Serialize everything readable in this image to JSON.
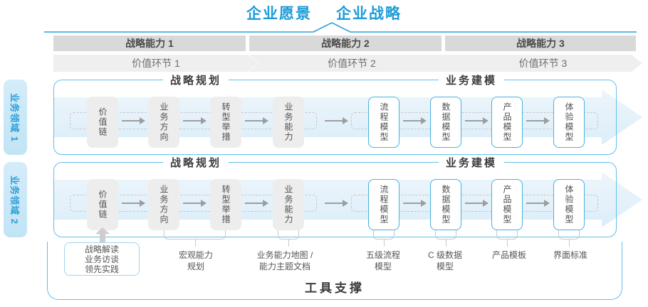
{
  "colors": {
    "accent_blue": "#1d9bd6",
    "line_blue": "#2aa0da",
    "bar_gray": "#d9d9d9",
    "bar_text": "#4b4b4b",
    "band_gray": "#efefef",
    "band_text": "#6e6e6e",
    "container_blue": "#5fc0e8",
    "node_border_blue": "#46b2e1",
    "node_gray": "#ededed",
    "node_text": "#4f4f4f",
    "domain_text": "#2d9fd8",
    "arrow_gray": "#9d9d9d",
    "bracket_gray": "#c9c9c9",
    "dark_title": "#3c3c3c",
    "note_text": "#565656",
    "notebox_border": "#a0d6ef"
  },
  "header": {
    "vision": "企业愿景",
    "strategy": "企业战略"
  },
  "capability_bars": [
    "战略能力 1",
    "战略能力 2",
    "战略能力 3"
  ],
  "value_chain_bands": [
    "价值环节 1",
    "价值环节 2",
    "价值环节 3"
  ],
  "domains": [
    {
      "label": "业务领域 1",
      "planning_title": "战略规划",
      "modeling_title": "业务建模",
      "planning_nodes": [
        "价值链",
        "业务方向",
        "转型举措",
        "业务能力"
      ],
      "modeling_nodes": [
        "流程模型",
        "数据模型",
        "产品模型",
        "体验模型"
      ]
    },
    {
      "label": "业务领域 2",
      "planning_title": "战略规划",
      "modeling_title": "业务建模",
      "planning_nodes": [
        "价值链",
        "业务方向",
        "转型举措",
        "业务能力"
      ],
      "modeling_nodes": [
        "流程模型",
        "数据模型",
        "产品模型",
        "体验模型"
      ]
    }
  ],
  "annotations": {
    "inputs_box_lines": [
      "战略解读",
      "业务访谈",
      "领先实践"
    ],
    "notes": [
      {
        "lines": [
          "宏观能力",
          "规划"
        ]
      },
      {
        "lines": [
          "业务能力地图 /",
          "能力主题文档"
        ]
      },
      {
        "lines": [
          "五级流程",
          "模型"
        ]
      },
      {
        "lines": [
          "C 级数据",
          "模型"
        ]
      },
      {
        "lines": [
          "产品模板"
        ]
      },
      {
        "lines": [
          "界面标准"
        ]
      }
    ]
  },
  "footer": {
    "tools_title": "工具支撑"
  }
}
